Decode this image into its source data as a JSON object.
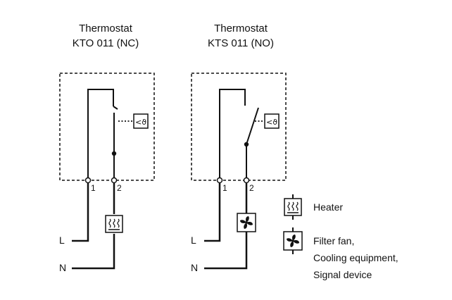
{
  "thermostat_nc": {
    "title_line1": "Thermostat",
    "title_line2": "KTO 011 (NC)",
    "terminal_1": "1",
    "terminal_2": "2",
    "line_l": "L",
    "line_n": "N"
  },
  "thermostat_no": {
    "title_line1": "Thermostat",
    "title_line2": "KTS 011 (NO)",
    "terminal_1": "1",
    "terminal_2": "2",
    "line_l": "L",
    "line_n": "N"
  },
  "legend": {
    "heater_label": "Heater",
    "filter_fan_line1": "Filter fan,",
    "filter_fan_line2": "Cooling equipment,",
    "filter_fan_line3": "Signal device"
  },
  "icons": {
    "heater": "heater-icon",
    "fan": "fan-icon",
    "sensor": "temperature-sensor-icon"
  }
}
